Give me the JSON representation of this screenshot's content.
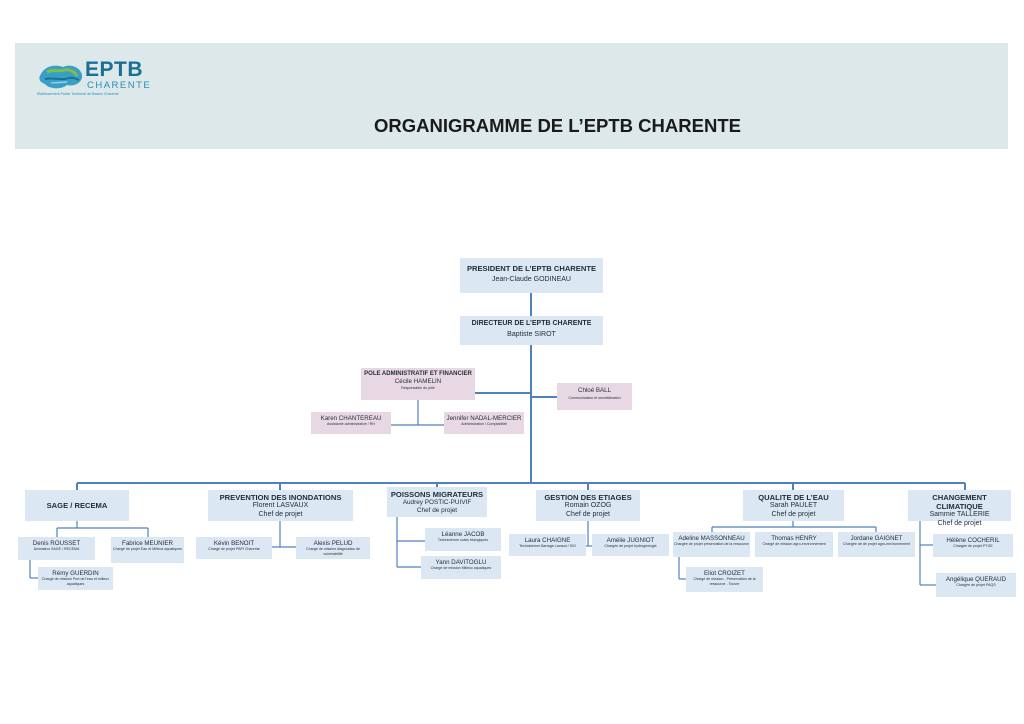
{
  "header": {
    "logo_text": "EPTB",
    "logo_subtext": "CHARENTE",
    "logo_tagline": "Établissement Public Territorial de Bassin Charente",
    "title": "ORGANIGRAMME DE L’EPTB CHARENTE"
  },
  "president": {
    "title": "PRESIDENT DE L’EPTB CHARENTE",
    "name": "Jean-Claude GODINEAU"
  },
  "director": {
    "title": "DIRECTEUR DE L’EPTB CHARENTE",
    "name": "Baptiste SIROT"
  },
  "pole_admin": {
    "title": "POLE ADMINISTRATIF ET FINANCIER",
    "name": "Cécile HAMELIN",
    "role": "Responsable du pôle",
    "members": [
      {
        "name": "Karen CHANTEREAU",
        "role": "Assistante administrative / RH"
      },
      {
        "name": "Jennifer NADAL-MERCIER",
        "role": "Administration / Comptabilité"
      }
    ]
  },
  "communication": {
    "name": "Chloé BALL",
    "role": "Communication et sensibilisation"
  },
  "poles": [
    {
      "title": "SAGE / RECEMA",
      "members": [
        {
          "name": "Denis ROUSSET",
          "role": "Animateur SAGE / RECEMA"
        },
        {
          "name": "Fabrice MEUNIER",
          "role": "Chargé de projet Eau et Milieux aquatiques"
        },
        {
          "name": "Rémy GUERDIN",
          "role": "Chargé de mission Port de l'eau et milieux aquatiques"
        }
      ]
    },
    {
      "title": "PREVENTION DES INONDATIONS",
      "name": "Florent LASVAUX",
      "role": "Chef de projet",
      "members": [
        {
          "name": "Kévin BENOIT",
          "role": "Chargé de projet PAPI Charente"
        },
        {
          "name": "Alexis PELUD",
          "role": "Chargé de mission diagnostics de vulnérabilité"
        }
      ]
    },
    {
      "title": "POISSONS MIGRATEURS",
      "name": "Audrey POSTIC-PUIVIF",
      "role": "Chef de projet",
      "members": [
        {
          "name": "Léanne JACOB",
          "role": "Technicienne suivis biologiques"
        },
        {
          "name": "Yann DAVITOGLU",
          "role": "Chargé de mission Milieux aquatiques"
        }
      ]
    },
    {
      "title": "GESTION DES ETIAGES",
      "name": "Romain OZOG",
      "role": "Chef de projet",
      "members": [
        {
          "name": "Laura CHAIGNE",
          "role": "Technicienne Barrage Lavaud / SIG"
        },
        {
          "name": "Amélie JUGNIOT",
          "role": "Chargée de projet hydrogéologie"
        }
      ]
    },
    {
      "title": "QUALITE DE L’EAU",
      "name": "Sarah PAULET",
      "role": "Chef de projet",
      "members": [
        {
          "name": "Adeline MASSONNEAU",
          "role": "Chargée de projet préservation de la ressource"
        },
        {
          "name": "Thomas HENRY",
          "role": "Chargé de mission agro-environnement"
        },
        {
          "name": "Jordane GAIGNET",
          "role": "Chargée de de projet agro-environnement"
        },
        {
          "name": "Eliot CROIZET",
          "role": "Chargé de mission - Préservation de la ressource - Touvre"
        }
      ]
    },
    {
      "title": "CHANGEMENT CLIMATIQUE",
      "name": "Sammie TALLERIE",
      "role": "Chef de projet",
      "members": [
        {
          "name": "Hélène COCHERIL",
          "role": "Chargée de projet PTGE"
        },
        {
          "name": "Angélique QUERAUD",
          "role": "Chargée de projet PAQS"
        }
      ]
    }
  ],
  "colors": {
    "line": "#4f81bd",
    "box_blue": "#dbe7f2",
    "box_pink": "#e8d8e3",
    "header_bg": "#dce8ea",
    "logo": "#1b6f95"
  }
}
